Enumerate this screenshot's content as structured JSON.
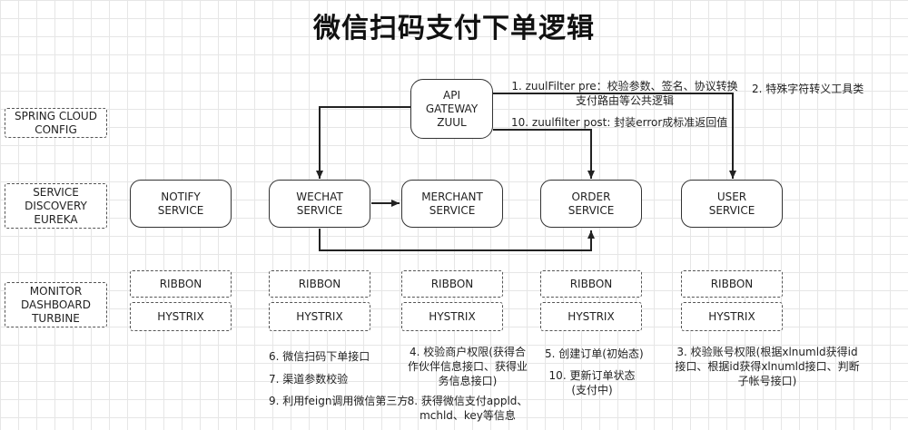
{
  "title": "微信扫码支付下单逻辑",
  "infra": {
    "config": "SPRING CLOUD\nCONFIG",
    "discovery": "SERVICE\nDISCOVERY\nEUREKA",
    "monitor": "MONITOR\nDASHBOARD\nTURBINE"
  },
  "gateway": "API\nGATEWAY\nZUUL",
  "services": {
    "notify": "NOTIFY\nSERVICE",
    "wechat": "WECHAT\nSERVICE",
    "merchant": "MERCHANT\nSERVICE",
    "order": "ORDER\nSERVICE",
    "user": "USER\nSERVICE"
  },
  "components": {
    "ribbon": "RIBBON",
    "hystrix": "HYSTRIX"
  },
  "notes": {
    "n1": "1. zuulFilter pre：校验参数、签名、协议转换\n支付路由等公共逻辑",
    "n2": "2. 特殊字符转义工具类",
    "n10a": "10. zuulfilter post: 封装error成标准返回值",
    "n6": "6. 微信扫码下单接口",
    "n7": "7. 渠道参数校验",
    "n9": "9. 利用feign调用微信第三方",
    "n4": "4. 校验商户权限(获得合\n作伙伴信息接口、获得业\n务信息接口)",
    "n8": "8. 获得微信支付appld、\nmchld、key等信息",
    "n5": "5. 创建订单(初始态)",
    "n10b": "10. 更新订单状态\n(支付中)",
    "n3": "3. 校验账号权限(根据xlnumld获得id\n接口、根据id获得xlnumld接口、判断\n子帐号接口)"
  }
}
